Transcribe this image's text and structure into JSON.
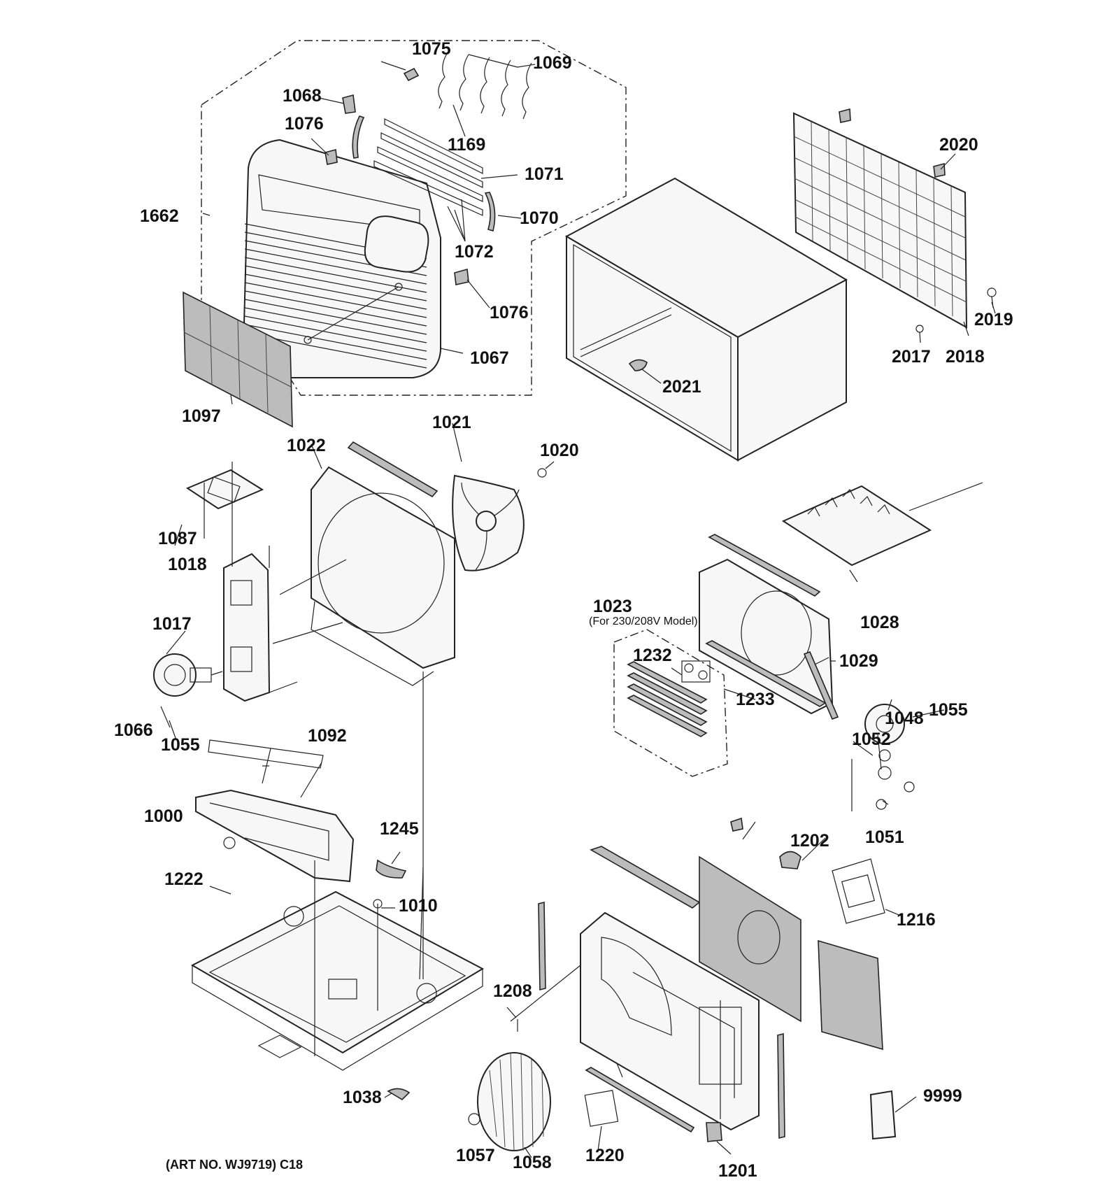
{
  "parts": [
    {
      "id": "p1075",
      "label": "1075"
    },
    {
      "id": "p1069",
      "label": "1069"
    },
    {
      "id": "p1068",
      "label": "1068"
    },
    {
      "id": "p1076a",
      "label": "1076"
    },
    {
      "id": "p1169",
      "label": "1169"
    },
    {
      "id": "p1071",
      "label": "1071"
    },
    {
      "id": "p1662",
      "label": "1662"
    },
    {
      "id": "p1070",
      "label": "1070"
    },
    {
      "id": "p1072",
      "label": "1072"
    },
    {
      "id": "p1076b",
      "label": "1076"
    },
    {
      "id": "p1067",
      "label": "1067"
    },
    {
      "id": "p1097",
      "label": "1097"
    },
    {
      "id": "p2020",
      "label": "2020"
    },
    {
      "id": "p2019",
      "label": "2019"
    },
    {
      "id": "p2017",
      "label": "2017"
    },
    {
      "id": "p2018",
      "label": "2018"
    },
    {
      "id": "p2021",
      "label": "2021"
    },
    {
      "id": "p1021",
      "label": "1021"
    },
    {
      "id": "p1020",
      "label": "1020"
    },
    {
      "id": "p1022",
      "label": "1022"
    },
    {
      "id": "p1087",
      "label": "1087"
    },
    {
      "id": "p1018",
      "label": "1018"
    },
    {
      "id": "p1017",
      "label": "1017"
    },
    {
      "id": "p1066",
      "label": "1066"
    },
    {
      "id": "p1055a",
      "label": "1055"
    },
    {
      "id": "p1092",
      "label": "1092"
    },
    {
      "id": "p1000",
      "label": "1000"
    },
    {
      "id": "p1245",
      "label": "1245"
    },
    {
      "id": "p1222",
      "label": "1222"
    },
    {
      "id": "p1010",
      "label": "1010"
    },
    {
      "id": "p1038",
      "label": "1038"
    },
    {
      "id": "p1057",
      "label": "1057"
    },
    {
      "id": "p1058",
      "label": "1058"
    },
    {
      "id": "p1220",
      "label": "1220"
    },
    {
      "id": "p1201",
      "label": "1201"
    },
    {
      "id": "p1208",
      "label": "1208"
    },
    {
      "id": "p1028",
      "label": "1028"
    },
    {
      "id": "p1023",
      "label": "1023"
    },
    {
      "id": "p1232",
      "label": "1232"
    },
    {
      "id": "p1233",
      "label": "1233"
    },
    {
      "id": "p1029",
      "label": "1029"
    },
    {
      "id": "p1048",
      "label": "1048"
    },
    {
      "id": "p1055b",
      "label": "1055"
    },
    {
      "id": "p1052",
      "label": "1052"
    },
    {
      "id": "p1051",
      "label": "1051"
    },
    {
      "id": "p1202",
      "label": "1202"
    },
    {
      "id": "p1216",
      "label": "1216"
    },
    {
      "id": "p9999",
      "label": "9999"
    }
  ],
  "note_1023": "(For 230/208V Model)",
  "art_caption": "(ART NO. WJ9719) C18"
}
